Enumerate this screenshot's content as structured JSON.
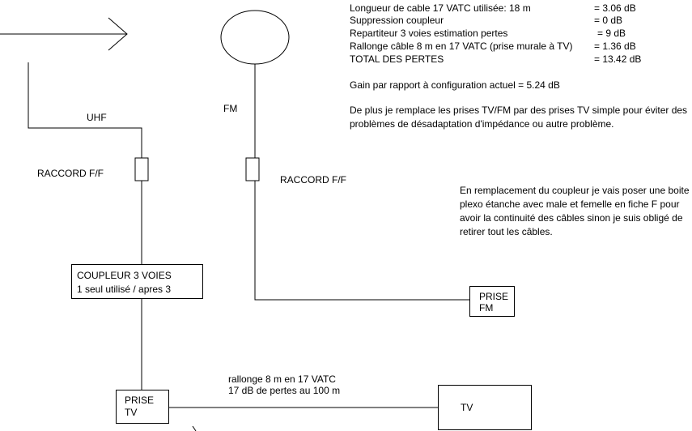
{
  "labels": {
    "uhf": "UHF",
    "fm": "FM",
    "raccord_left": "RACCORD F/F",
    "raccord_right": "RACCORD F/F"
  },
  "boxes": {
    "coupleur_title": "COUPLEUR 3 VOIES",
    "coupleur_sub": "1 seul utilisé / apres 3",
    "prise_fm_line1": "PRISE",
    "prise_fm_line2": "FM",
    "prise_tv_line1": "PRISE",
    "prise_tv_line2": "TV",
    "tv": "TV"
  },
  "cable": {
    "line1": "rallonge 8 m en 17 VATC",
    "line2": "17 dB de pertes au 100 m"
  },
  "losses": [
    {
      "label": "Longueur de cable 17 VATC utilisée:  18 m",
      "value": "= 3.06 dB"
    },
    {
      "label": "Suppression coupleur",
      "value": "= 0 dB"
    },
    {
      "label": "Repartiteur 3 voies estimation pertes",
      "value": "= 9 dB"
    },
    {
      "label": "Rallonge câble 8 m en 17 VATC (prise murale à TV)",
      "value": "= 1.36 dB"
    },
    {
      "label": "TOTAL DES PERTES",
      "value": "= 13.42 dB"
    }
  ],
  "gain": "Gain par rapport à configuration actuel = 5.24 dB",
  "note_sockets": "De plus je remplace les prises TV/FM par des prises TV simple pour éviter des problèmes de désadaptation d'impédance ou autre problème.",
  "note_coupler": "En remplacement du coupleur je vais poser une boite plexo étanche avec male et femelle en fiche F pour avoir la continuité des câbles sinon je suis obligé de retirer tout les câbles."
}
